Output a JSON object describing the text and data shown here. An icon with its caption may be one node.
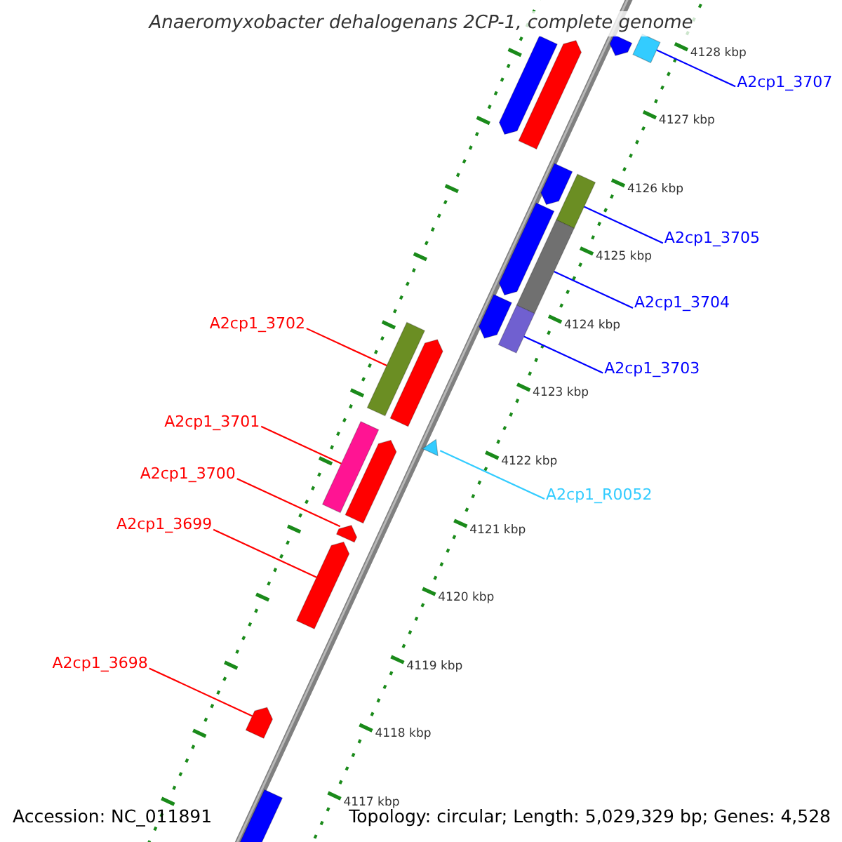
{
  "diagram": {
    "title": "Anaeromyxobacter dehalogenans 2CP-1, complete genome",
    "nodes": [
      {
        "text": [
          "A2cp1_3707"
        ]
      },
      {
        "text": [],
        "shape": "bar"
      },
      {
        "text": [
          "A2cp1_3705"
        ]
      },
      {
        "text": [],
        "shape": "bar"
      },
      {
        "text": [
          "A2cp1_3704"
        ]
      },
      {
        "text": [],
        "shape": "bar"
      },
      {
        "text": [
          "A2cp1_3702"
        ]
      },
      {
        "text": [],
        "shape": "bar"
      },
      {
        "text": [
          "A2cp1_3703"
        ]
      },
      {
        "text": [],
        "shape": "bar"
      },
      {
        "text": [
          "A2cp1_3701"
        ]
      },
      {
        "text": [],
        "shape": "bar"
      },
      {
        "text": [
          "A2cp1_R0052"
        ]
      },
      {
        "text": [],
        "shape": "bar"
      },
      {
        "text": [
          "A2cp1_3700"
        ]
      },
      {
        "text": [],
        "shape": "bar"
      },
      {
        "text": [
          "A2cp1_3699"
        ]
      },
      {
        "text": [],
        "shape": "bar"
      },
      {
        "text": [
          "A2cp1_3698"
        ]
      },
      {
        "text": [],
        "shape": "bar"
      },
      {
        "text": [],
        "shape": "bar"
      },
      {
        "text": [],
        "shape": "bar"
      },
      {
        "text": [],
        "shape": "bar"
      },
      {
        "text": [],
        "shape": "bar"
      },
      {
        "text": [],
        "shape": "bar"
      },
      {
        "text": [],
        "shape": "bar"
      },
      {
        "text": [],
        "shape": "bar"
      },
      {
        "text": [],
        "shape": "bar"
      },
      {
        "text": [],
        "shape": "bar"
      }
    ],
    "edges": [
      {
        "from": 0,
        "to": 1,
        "arrow": "none",
        "color": "#0000ff"
      },
      {
        "from": 2,
        "to": 3,
        "arrow": "none",
        "color": "#0000ff"
      },
      {
        "from": 4,
        "to": 5,
        "arrow": "none",
        "color": "#0000ff"
      },
      {
        "from": 6,
        "to": 7,
        "arrow": "none"
      },
      {
        "from": 8,
        "to": 9,
        "arrow": "none",
        "color": "#0000ff"
      },
      {
        "from": 10,
        "to": 11,
        "arrow": "none"
      },
      {
        "from": 12,
        "to": 13,
        "arrow": "none",
        "color": "#33ccff"
      },
      {
        "from": 14,
        "to": 15,
        "arrow": "none"
      },
      {
        "from": 16,
        "to": 17,
        "arrow": "none"
      },
      {
        "from": 18,
        "to": 19,
        "arrow": "none"
      }
    ],
    "labels": [
      "4128 kbp",
      "4127 kbp",
      "4126 kbp",
      "4125 kbp",
      "4124 kbp",
      "4123 kbp",
      "4122 kbp",
      "4121 kbp",
      "4120 kbp",
      "4119 kbp",
      "4118 kbp",
      "4117 kbp",
      "Accession: NC_011891",
      "Topology: circular; Length: 5,029,329 bp; Genes: 4,528"
    ]
  }
}
